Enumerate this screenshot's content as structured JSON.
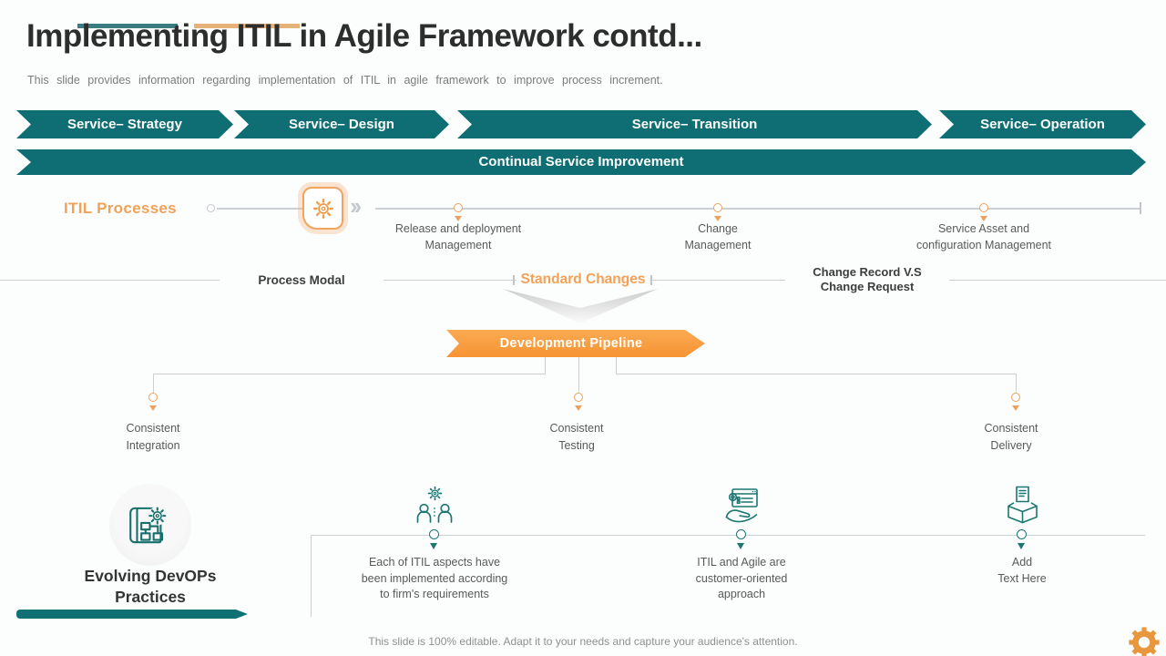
{
  "slide": {
    "title": "Implementing ITIL in Agile Framework contd...",
    "subtitle": "This slide provides information regarding implementation of ITIL in agile framework to improve process increment.",
    "footer": "This slide is 100% editable. Adapt it to your needs and capture your audience's attention."
  },
  "colors": {
    "teal": "#0E6E73",
    "orange_banner": "#F89C3E",
    "orange_text": "#F2A157",
    "title_dark": "#2D2D2D",
    "body_gray": "#595959",
    "connector_line": "#CBD0D4"
  },
  "lifecycle": {
    "stages": [
      {
        "label": "Service– Strategy"
      },
      {
        "label": "Service– Design"
      },
      {
        "label": "Service– Transition"
      },
      {
        "label": "Service– Operation"
      }
    ],
    "improvement_label": "Continual Service Improvement"
  },
  "processes": {
    "heading": "ITIL Processes",
    "icon": "process-gear-document-icon",
    "nodes": [
      {
        "line1": "Release and deployment",
        "line2": "Management"
      },
      {
        "line1": "Change",
        "line2": "Management"
      },
      {
        "line1": "Service Asset and",
        "line2": "configuration Management"
      }
    ]
  },
  "middle": {
    "process_modal": "Process Modal",
    "standard_changes": "Standard Changes",
    "change_record": {
      "line1": "Change Record V.S",
      "line2": "Change Request"
    }
  },
  "pipeline": {
    "label": "Development Pipeline",
    "outcomes": [
      {
        "line1": "Consistent",
        "line2": "Integration"
      },
      {
        "line1": "Consistent",
        "line2": "Testing"
      },
      {
        "line1": "Consistent",
        "line2": "Delivery"
      }
    ]
  },
  "bottom": {
    "devops": {
      "line1": "Evolving DevOPs",
      "line2": "Practices",
      "icon": "devops-blueprint-gear-icon"
    },
    "items": [
      {
        "icon": "team-gear-icon",
        "lines": [
          "Each of ITIL aspects have",
          "been implemented according",
          "to firm's requirements"
        ]
      },
      {
        "icon": "customer-service-window-icon",
        "lines": [
          "ITIL and Agile are",
          "customer-oriented",
          "approach"
        ]
      },
      {
        "icon": "box-document-icon",
        "lines": [
          "Add",
          "Text Here"
        ]
      }
    ]
  },
  "decor": {
    "corner_gear": "gear-icon"
  }
}
